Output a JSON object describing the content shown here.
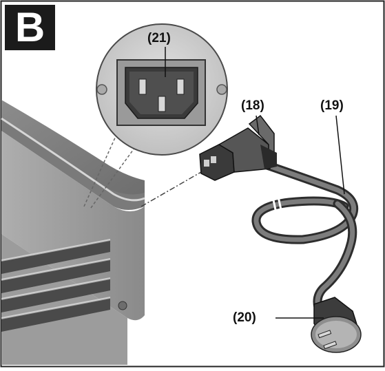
{
  "figure": {
    "badge_letter": "B",
    "labels": {
      "socket": "(21)",
      "connector": "(18)",
      "cable": "(19)",
      "plug": "(20)"
    }
  }
}
